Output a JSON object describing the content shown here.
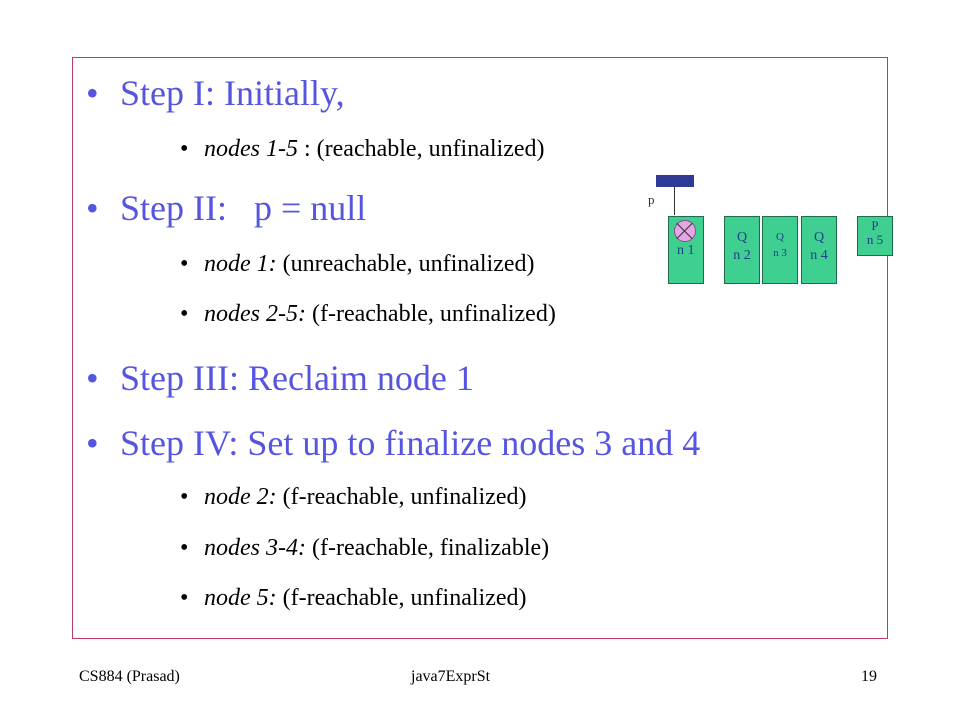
{
  "steps": [
    {
      "level": 1,
      "text": "Step I: Initially,"
    },
    {
      "level": 2,
      "italic": "nodes 1-5",
      "rest": " : (reachable, unfinalized)"
    },
    {
      "level": 1,
      "text": "Step II:   p = null"
    },
    {
      "level": 2,
      "italic": "node 1:",
      "rest": " (unreachable, unfinalized)"
    },
    {
      "level": 2,
      "italic": "nodes 2-5:",
      "rest": " (f-reachable, unfinalized)"
    },
    {
      "level": 1,
      "text": "Step III: Reclaim node 1"
    },
    {
      "level": 1,
      "text": "Step IV: Set up to finalize nodes 3 and 4"
    },
    {
      "level": 2,
      "italic": "node 2:",
      "rest": " (f-reachable, unfinalized)"
    },
    {
      "level": 2,
      "italic": "nodes 3-4:",
      "rest": " (f-reachable, finalizable)"
    },
    {
      "level": 2,
      "italic": "node 5:",
      "rest": " (f-reachable, unfinalized)"
    }
  ],
  "bullet": "•",
  "diagram": {
    "pointer_label": "p",
    "nodes": [
      {
        "mark": "",
        "label": "n 1"
      },
      {
        "mark": "Q",
        "label": "n 2"
      },
      {
        "mark": "Q",
        "label": "n 3"
      },
      {
        "mark": "Q",
        "label": "n 4"
      },
      {
        "mark": "P",
        "label": "n 5"
      }
    ]
  },
  "footer": {
    "left": "CS884 (Prasad)",
    "center": "java7ExprSt",
    "right": "19"
  },
  "colors": {
    "heading": "#5555e0",
    "frame": "#c0396b",
    "node": "#3ecf91",
    "pointer": "#2f3a96"
  }
}
